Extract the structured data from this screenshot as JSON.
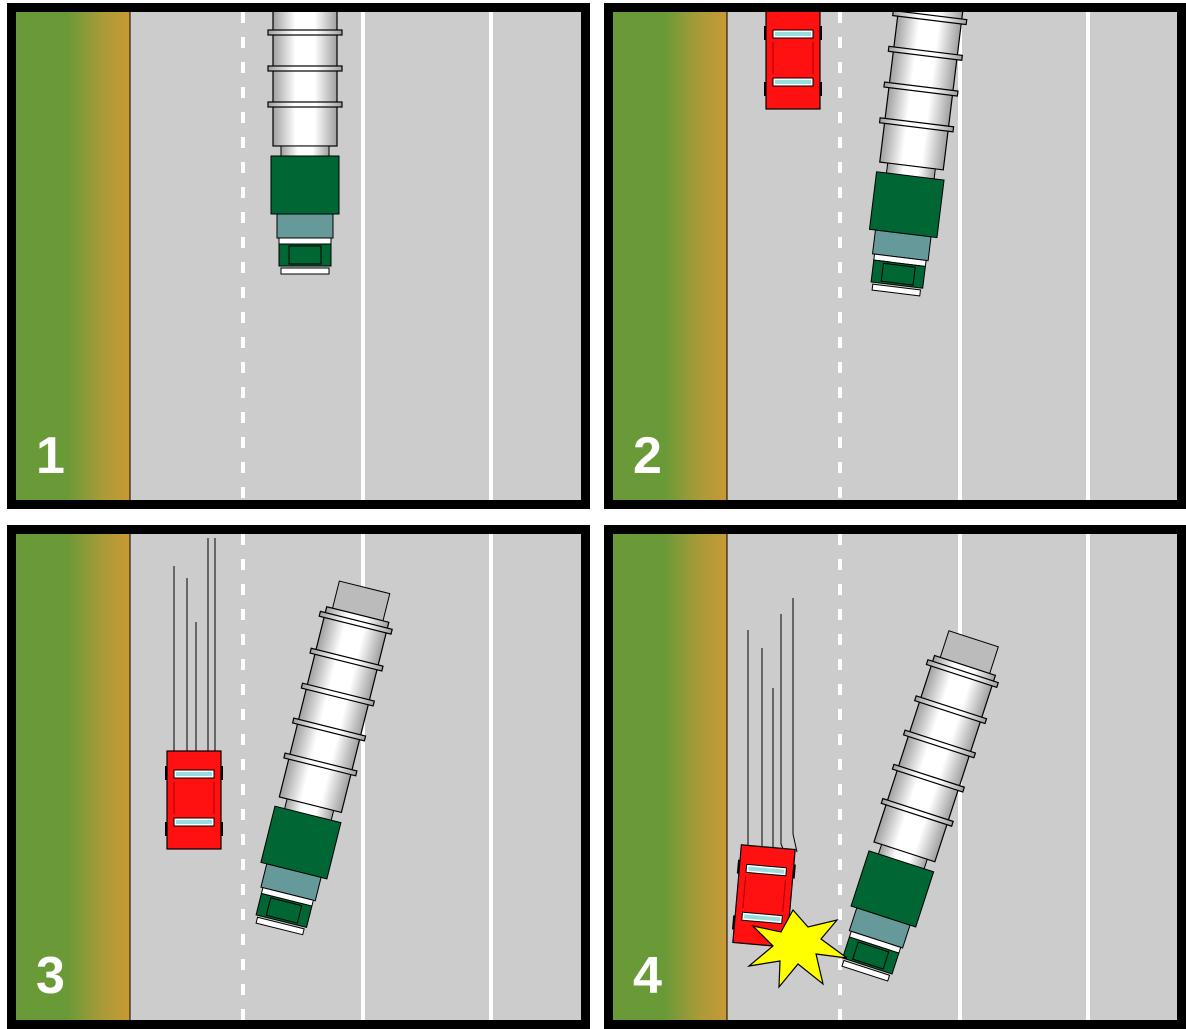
{
  "panels": [
    {
      "number": "1"
    },
    {
      "number": "2"
    },
    {
      "number": "3"
    },
    {
      "number": "4"
    }
  ],
  "colors": {
    "grass": "#6a9a38",
    "dirt": "#c89a35",
    "road": "#cccccc",
    "lane_line": "#ffffff",
    "truck_cab": "#006633",
    "truck_cab_glass": "#669999",
    "tank": "#f2f2f2",
    "car": "#ff1111",
    "impact": "#ffff00"
  },
  "icons": {
    "truck": "tanker-truck-icon",
    "car": "car-icon",
    "impact": "collision-star-icon",
    "skid": "skid-marks-icon"
  }
}
